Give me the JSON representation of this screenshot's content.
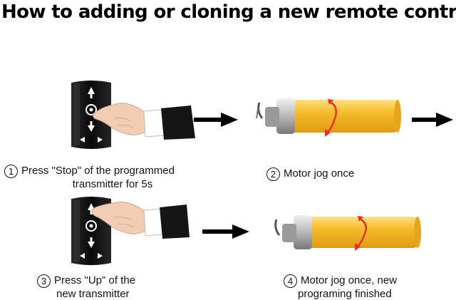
{
  "title": "How to adding or cloning a new remote control",
  "steps": [
    {
      "number": "1",
      "line1": "Press \"Stop\" of the programmed",
      "line2": "transmitter for 5s"
    },
    {
      "number": "2",
      "line1": "Motor jog once",
      "line2": ""
    },
    {
      "number": "3",
      "line1": "Press \"Up\" of the",
      "line2": "new transmitter"
    },
    {
      "number": "4",
      "line1": "Motor jog once, new",
      "line2": "programing finished"
    }
  ],
  "colors": {
    "tube": "#f2b92a",
    "rotation_arrow": "#e53025",
    "remote_body": "#111111",
    "arrow": "#000000"
  },
  "icons": [
    "remote-control-icon",
    "hand-pointer-icon",
    "motor-tube-icon",
    "rotation-arrow-icon",
    "right-arrow-icon"
  ]
}
